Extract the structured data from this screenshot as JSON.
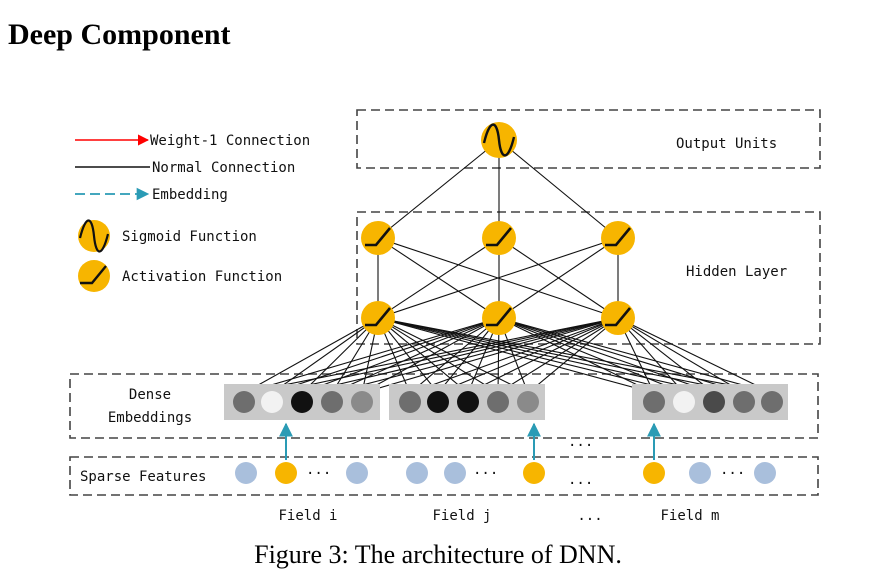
{
  "section_heading": "Deep Component",
  "caption": "Figure 3: The architecture of DNN.",
  "legend": {
    "weight_connection": "Weight-1 Connection",
    "normal_connection": "Normal Connection",
    "embedding": "Embedding",
    "sigmoid": "Sigmoid Function",
    "activation": "Activation Function"
  },
  "boxes": {
    "output_units": "Output Units",
    "hidden_layer": "Hidden Layer",
    "dense_line1": "Dense",
    "dense_line2": "Embeddings",
    "sparse_features": "Sparse Features"
  },
  "fields": {
    "field_i": "Field i",
    "field_j": "Field j",
    "field_m": "Field m",
    "ellipsis": "..."
  },
  "colors": {
    "neuron_fill": "#f7b500",
    "sparse_dot": "#a9bfdc",
    "dense_bg": "#c9c9c9",
    "embedding_arrow": "#2a9bb5",
    "weight_arrow": "#ff0000"
  },
  "network": {
    "embeddings": [
      [
        "#6e6e6e",
        "#f2f2f2",
        "#111111",
        "#6e6e6e",
        "#8a8a8a"
      ],
      [
        "#6e6e6e",
        "#111111",
        "#111111",
        "#6e6e6e",
        "#8a8a8a"
      ],
      [
        "#6e6e6e",
        "#f2f2f2",
        "#4a4a4a",
        "#6e6e6e",
        "#6e6e6e"
      ]
    ]
  }
}
